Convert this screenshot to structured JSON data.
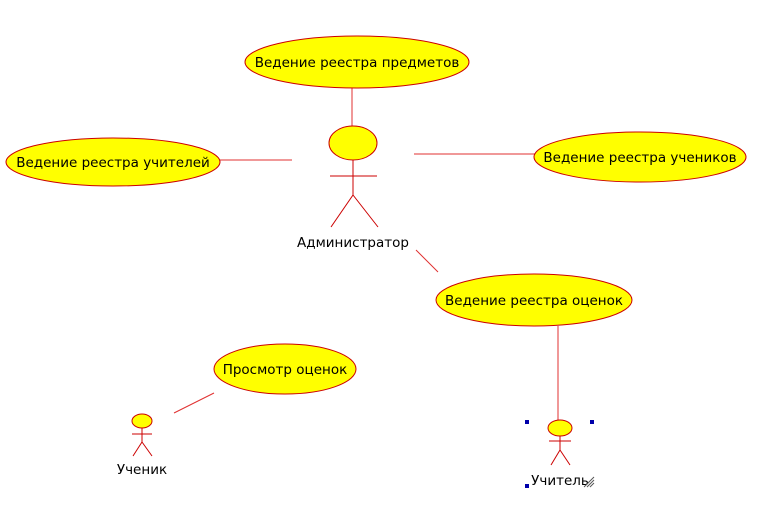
{
  "diagram": {
    "use_cases": {
      "subjects": "Ведение реестра предметов",
      "teachers": "Ведение реестра учителей",
      "students": "Ведение реестра учеников",
      "grades": "Ведение реестра оценок",
      "view_grades": "Просмотр оценок"
    },
    "actors": {
      "admin": "Администратор",
      "student": "Ученик",
      "teacher": "Учитель"
    },
    "colors": {
      "usecase_fill": "#ffff00",
      "usecase_stroke": "#cc0000",
      "line": "#e03030",
      "selection_handle": "#0000aa"
    }
  }
}
